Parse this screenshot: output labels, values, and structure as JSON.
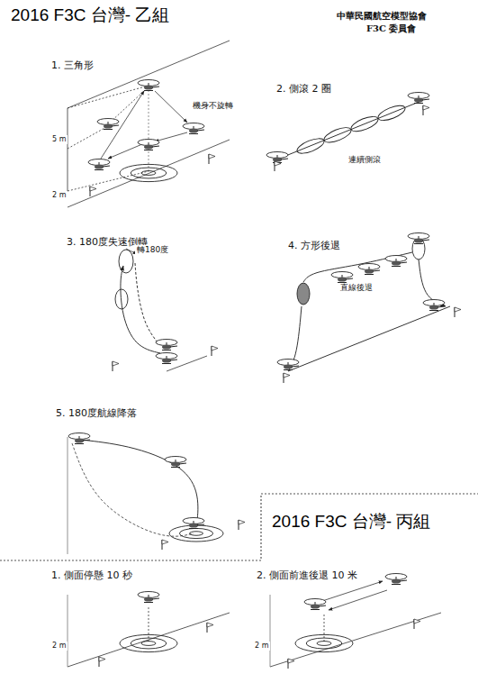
{
  "diagram": {
    "title": "2016 F3C 台灣- 乙組",
    "labels": [
      "中華民國航空模型協會",
      "F3C 委員會",
      "1. 三角形",
      "機身不旋轉",
      "5 m",
      "2 m",
      "2. 側滾 2 圈",
      "連續側滾",
      "3. 180度失速倒轉",
      "轉180度",
      "4. 方形後退",
      "直線後退",
      "5. 180度航線降落",
      "2016 F3C 台灣- 丙組",
      "1. 側面停懸 10 秒",
      "2 m",
      "2. 側面前進後退 10 米",
      "2 m"
    ]
  }
}
